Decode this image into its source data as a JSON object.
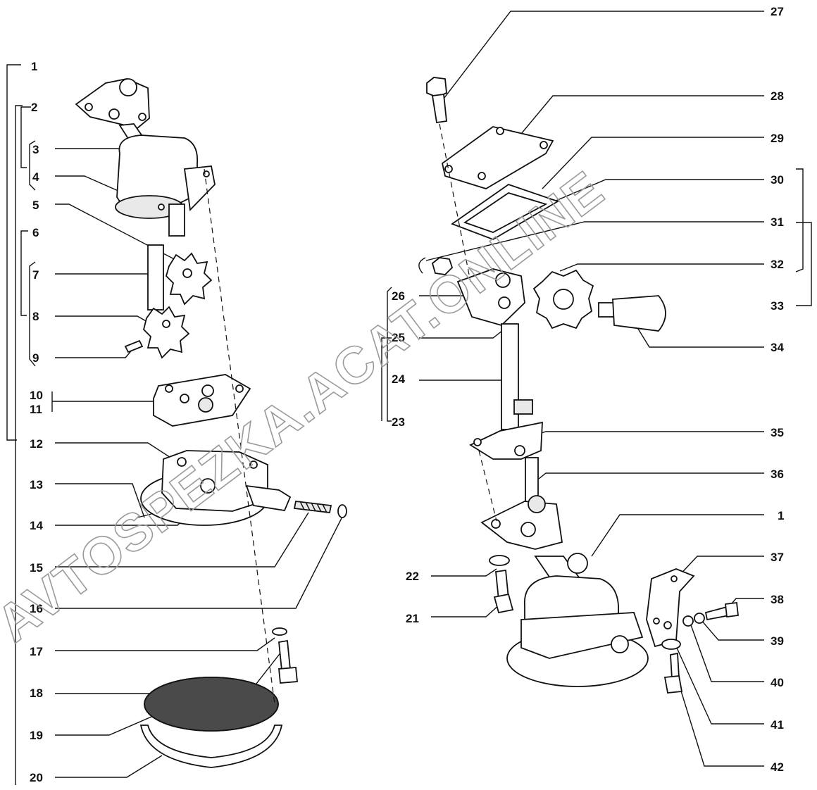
{
  "watermark": "AVTOSPEZKA.ACAT.ONLINE",
  "callouts": {
    "c1": "1",
    "c2": "2",
    "c3": "3",
    "c4": "4",
    "c5": "5",
    "c6": "6",
    "c7": "7",
    "c8": "8",
    "c9": "9",
    "c10": "10",
    "c11": "11",
    "c12": "12",
    "c13": "13",
    "c14": "14",
    "c15": "15",
    "c16": "16",
    "c17": "17",
    "c18": "18",
    "c19": "19",
    "c20": "20",
    "c21": "21",
    "c22": "22",
    "c23": "23",
    "c24": "24",
    "c25": "25",
    "c26": "26",
    "c27": "27",
    "c28": "28",
    "c29": "29",
    "c30": "30",
    "c31": "31",
    "c32": "32",
    "c33": "33",
    "c34": "34",
    "c35": "35",
    "c36": "36",
    "c1b": "1",
    "c37": "37",
    "c38": "38",
    "c39": "39",
    "c40": "40",
    "c41": "41",
    "c42": "42"
  }
}
